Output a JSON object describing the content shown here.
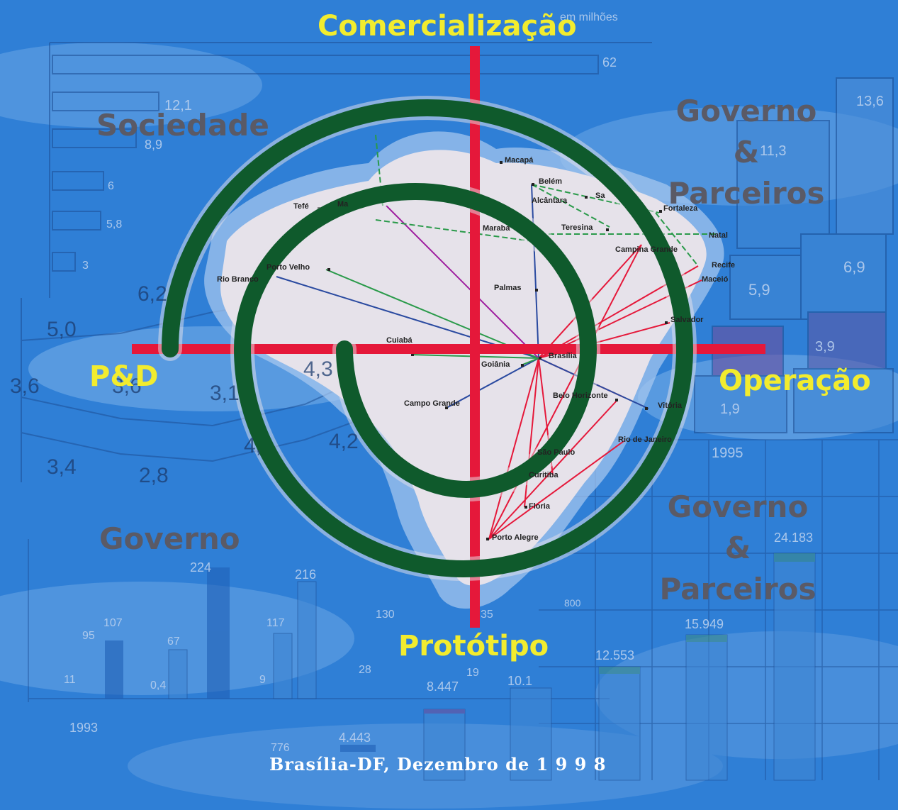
{
  "phases": {
    "top": "Comercialização",
    "left": "P&D",
    "right": "Operação",
    "bottom": "Protótipo"
  },
  "stakeholders": {
    "upper_left": "Sociedade",
    "upper_right": [
      "Governo",
      "&",
      "Parceiros"
    ],
    "lower_left": "Governo",
    "lower_right": [
      "Governo",
      "&",
      "Parceiros"
    ]
  },
  "footer": "Brasília-DF, Dezembro de 1 9 9 8",
  "map_cities": [
    "Macapá",
    "Belém",
    "Alcântara",
    "Sa",
    "Fortaleza",
    "Tefé",
    "Ma",
    "Maraba",
    "Teresina",
    "Natal",
    "Campina Grande",
    "Recife",
    "Maceió",
    "Rio Branco",
    "Porto Velho",
    "Palmas",
    "Salvador",
    "Cuiabá",
    "Brasília",
    "Goiânia",
    "Campo Grande",
    "Belo Horizonte",
    "Vitória",
    "Rio de Janeiro",
    "São Paulo",
    "Curitiba",
    "Floria",
    "Porto Alegre"
  ],
  "background_texts": [
    "em milhões",
    "62",
    "12,1",
    "8,9",
    "6",
    "5,8",
    "3",
    "13,6",
    "11,3",
    "6,9",
    "5,9",
    "3,9",
    "1,9",
    "6,2",
    "5,0",
    "3,6",
    "3,6",
    "4,3",
    "3,1",
    "4,",
    "4,2",
    "3,4",
    "2,8",
    "1995",
    "24.183",
    "15.949",
    "12.553",
    "10.1",
    "8.447",
    "4.443",
    "776",
    "224",
    "216",
    "107",
    "95",
    "67",
    "117",
    "130",
    "35",
    "28",
    "19",
    "11",
    "0,4",
    "9",
    "800",
    "1993"
  ],
  "colors": {
    "background": "#2f7fd6",
    "spiral": "#0f5a2c",
    "crosshair": "#e5183a",
    "phase_text": "#f2ec2e",
    "stakeholder_text": "#5a5a66",
    "footer_text": "#ffffff"
  }
}
